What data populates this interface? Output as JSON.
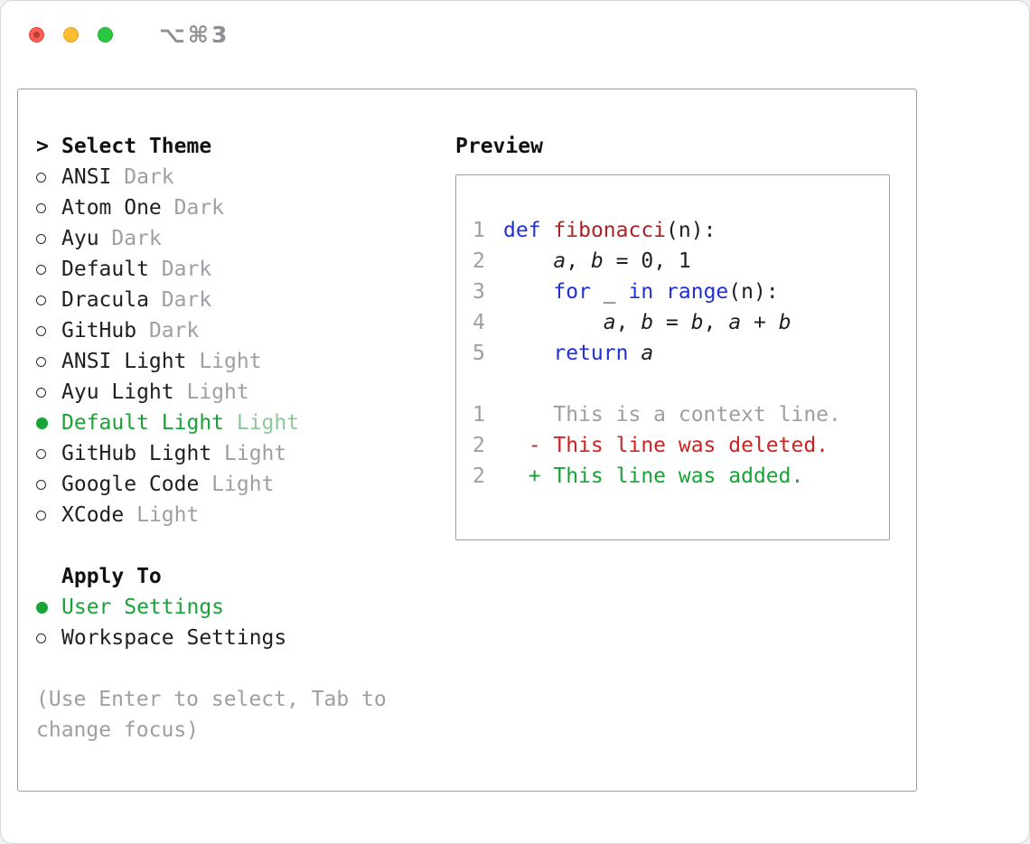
{
  "window": {
    "shortcut": "⌥⌘3"
  },
  "colors": {
    "accent_green": "#17a335",
    "keyword_blue": "#2130d6",
    "function_red": "#a82323",
    "deleted_red": "#cf2222",
    "muted_gray": "#9e9ea4"
  },
  "theme_selector": {
    "prompt_char": ">",
    "title": "Select Theme",
    "items": [
      {
        "name": "ANSI",
        "variant": "Dark",
        "selected": false
      },
      {
        "name": "Atom One",
        "variant": "Dark",
        "selected": false
      },
      {
        "name": "Ayu",
        "variant": "Dark",
        "selected": false
      },
      {
        "name": "Default",
        "variant": "Dark",
        "selected": false
      },
      {
        "name": "Dracula",
        "variant": "Dark",
        "selected": false
      },
      {
        "name": "GitHub",
        "variant": "Dark",
        "selected": false
      },
      {
        "name": "ANSI Light",
        "variant": "Light",
        "selected": false
      },
      {
        "name": "Ayu Light",
        "variant": "Light",
        "selected": false
      },
      {
        "name": "Default Light",
        "variant": "Light",
        "selected": true
      },
      {
        "name": "GitHub Light",
        "variant": "Light",
        "selected": false
      },
      {
        "name": "Google Code",
        "variant": "Light",
        "selected": false
      },
      {
        "name": "XCode",
        "variant": "Light",
        "selected": false
      }
    ],
    "apply_to": {
      "title": "Apply To",
      "options": [
        {
          "label": "User Settings",
          "selected": true
        },
        {
          "label": "Workspace Settings",
          "selected": false
        }
      ]
    },
    "help_text": "(Use Enter to select, Tab to change focus)"
  },
  "preview": {
    "title": "Preview",
    "code_lines": [
      {
        "num": "1",
        "segments": [
          {
            "t": "def",
            "c": "kw"
          },
          {
            "t": " ",
            "c": "p"
          },
          {
            "t": "fibonacci",
            "c": "fn"
          },
          {
            "t": "(n):",
            "c": "p"
          }
        ]
      },
      {
        "num": "2",
        "segments": [
          {
            "t": "    ",
            "c": "p"
          },
          {
            "t": "a",
            "c": "var"
          },
          {
            "t": ", ",
            "c": "p"
          },
          {
            "t": "b",
            "c": "var"
          },
          {
            "t": " = 0, 1",
            "c": "p"
          }
        ]
      },
      {
        "num": "3",
        "segments": [
          {
            "t": "    ",
            "c": "p"
          },
          {
            "t": "for",
            "c": "kw"
          },
          {
            "t": " _ ",
            "c": "p"
          },
          {
            "t": "in",
            "c": "kw"
          },
          {
            "t": " ",
            "c": "p"
          },
          {
            "t": "range",
            "c": "kw"
          },
          {
            "t": "(n):",
            "c": "p"
          }
        ]
      },
      {
        "num": "4",
        "segments": [
          {
            "t": "        ",
            "c": "p"
          },
          {
            "t": "a",
            "c": "var"
          },
          {
            "t": ", ",
            "c": "p"
          },
          {
            "t": "b",
            "c": "var"
          },
          {
            "t": " = ",
            "c": "p"
          },
          {
            "t": "b",
            "c": "var"
          },
          {
            "t": ", ",
            "c": "p"
          },
          {
            "t": "a",
            "c": "var"
          },
          {
            "t": " + ",
            "c": "p"
          },
          {
            "t": "b",
            "c": "var"
          }
        ]
      },
      {
        "num": "5",
        "segments": [
          {
            "t": "    ",
            "c": "p"
          },
          {
            "t": "return",
            "c": "kw"
          },
          {
            "t": " ",
            "c": "p"
          },
          {
            "t": "a",
            "c": "var"
          }
        ]
      }
    ],
    "diff_lines": [
      {
        "num": "1",
        "text": "    This is a context line.",
        "type": "context"
      },
      {
        "num": "2",
        "text": "  - This line was deleted.",
        "type": "deleted"
      },
      {
        "num": "2",
        "text": "  + This line was added.",
        "type": "added"
      }
    ]
  }
}
